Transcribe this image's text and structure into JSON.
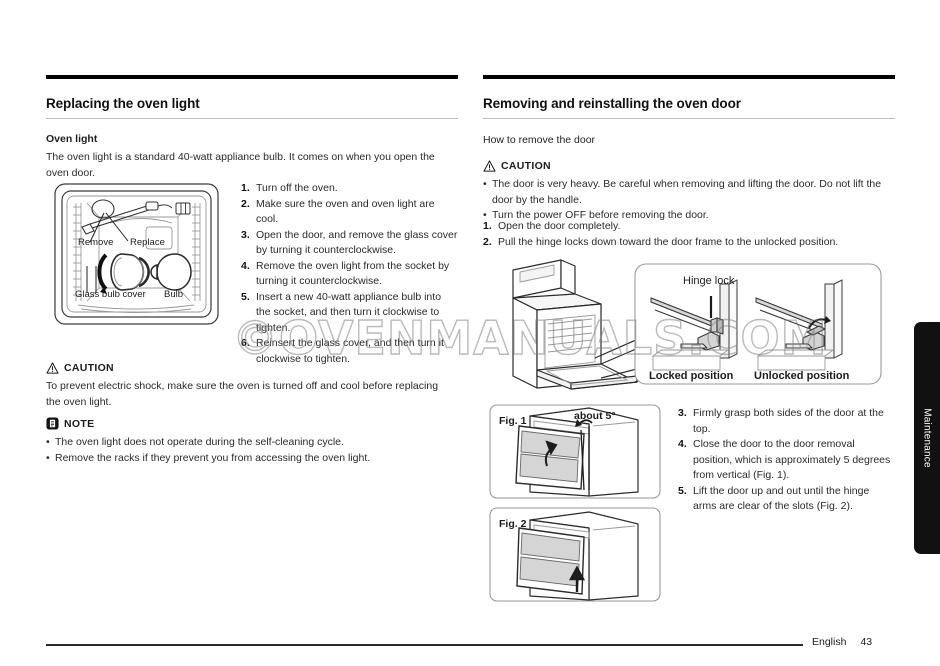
{
  "watermark": "©OVENMANUALS.COM",
  "left_column": {
    "section_title": "Replacing the oven light",
    "subhead": "Oven light",
    "intro": "The oven light is a standard 40-watt appliance bulb. It comes on when you open the oven door.",
    "figure_labels": {
      "remove": "Remove",
      "replace": "Replace",
      "glass_bulb_cover": "Glass bulb cover",
      "bulb": "Bulb"
    },
    "steps": [
      {
        "n": "1.",
        "text": "Turn off the oven."
      },
      {
        "n": "2.",
        "text": "Make sure the oven and oven light are cool."
      },
      {
        "n": "3.",
        "text": "Open the door, and remove the glass cover by turning it counterclockwise."
      },
      {
        "n": "4.",
        "text": "Remove the oven light from the socket by turning it counterclockwise."
      },
      {
        "n": "5.",
        "text": "Insert a new 40-watt appliance bulb into the socket, and then turn it clockwise to tighten."
      },
      {
        "n": "6.",
        "text": "Reinsert the glass cover, and then turn it clockwise to tighten."
      }
    ],
    "caution": {
      "label": "CAUTION",
      "text": "To prevent electric shock, make sure the oven is turned off and cool before replacing the oven light."
    },
    "note": {
      "label": "NOTE",
      "bullets": [
        "The oven light does not operate during the self-cleaning cycle.",
        "Remove the racks if they prevent you from accessing the oven light."
      ]
    }
  },
  "right_column": {
    "section_title": "Removing and reinstalling the oven door",
    "subhead": "How to remove the door",
    "caution": {
      "label": "CAUTION",
      "bullets": [
        "The door is very heavy. Be careful when removing and lifting the door. Do not lift the door by the handle.",
        "Turn the power OFF before removing the door."
      ]
    },
    "steps_first": [
      {
        "n": "1.",
        "text": "Open the door completely."
      },
      {
        "n": "2.",
        "text": "Pull the hinge locks down toward the door frame to the unlocked position."
      }
    ],
    "hinge_figure": {
      "callout": "Hinge lock",
      "locked": "Locked position",
      "unlocked": "Unlocked position"
    },
    "door_figures": {
      "fig1": "Fig. 1",
      "fig2": "Fig. 2",
      "angle": "about 5°"
    },
    "steps_second": [
      {
        "n": "3.",
        "text": "Firmly grasp both sides of the door at the top."
      },
      {
        "n": "4.",
        "text": "Close the door to the door removal position, which is approximately 5 degrees from vertical (Fig. 1)."
      },
      {
        "n": "5.",
        "text": "Lift the door up and out until the hinge arms are clear of the slots (Fig. 2)."
      }
    ]
  },
  "side_tab": {
    "label": "Maintenance"
  },
  "footer": {
    "language": "English",
    "page": "43"
  }
}
